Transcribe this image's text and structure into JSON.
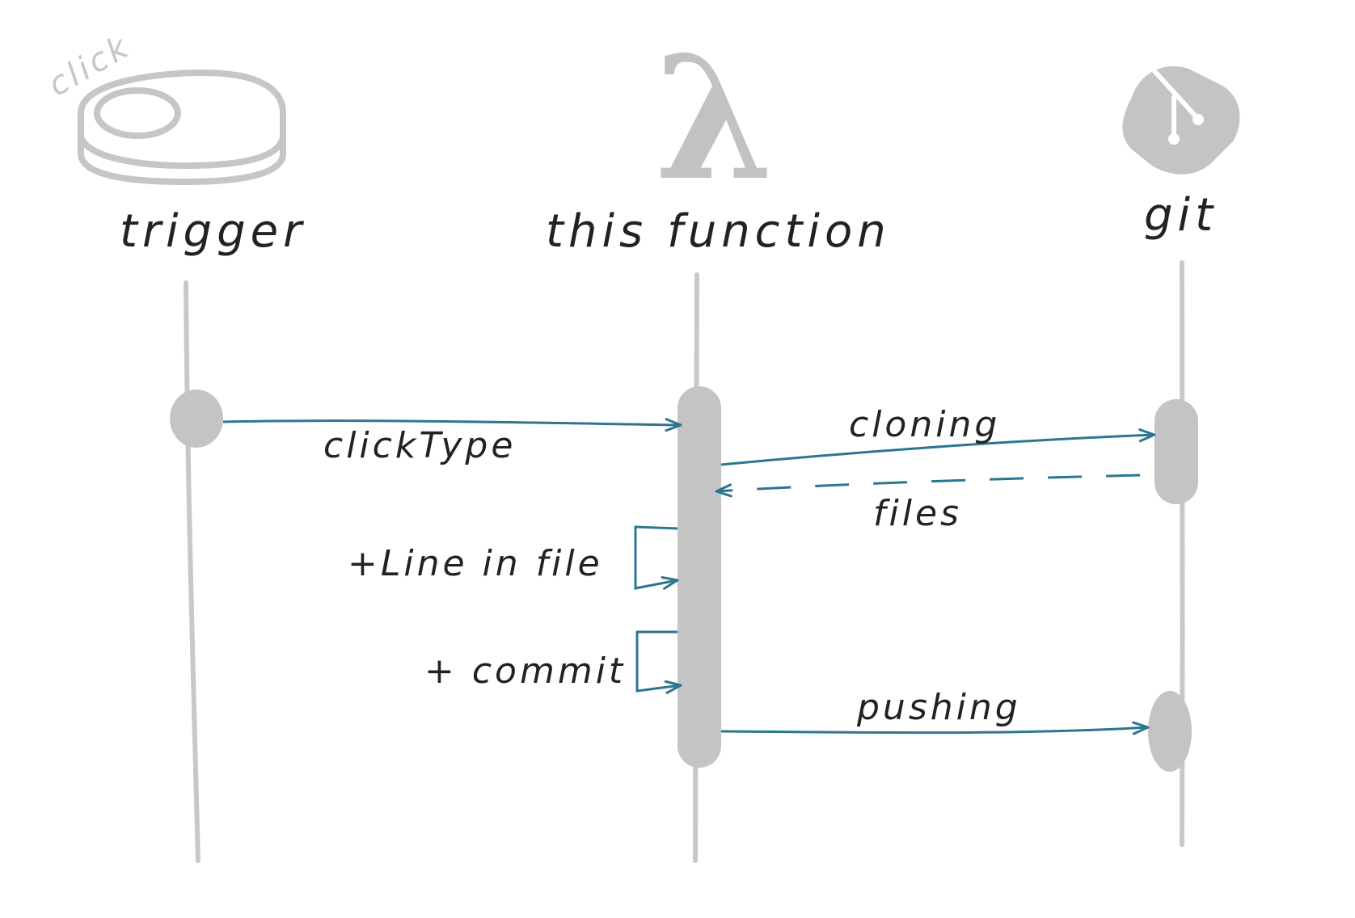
{
  "actors": {
    "trigger": {
      "label": "trigger",
      "icon": "button-icon",
      "icon_text": "click"
    },
    "function": {
      "label": "this function",
      "icon": "lambda-icon",
      "icon_glyph": "λ"
    },
    "git": {
      "label": "git",
      "icon": "git-icon"
    }
  },
  "messages": {
    "click_type": "clickType",
    "cloning": "cloning",
    "files": "files",
    "add_line": "+Line in file",
    "commit": "+ commit",
    "pushing": "pushing"
  },
  "colors": {
    "lifeline": "#c8c8c8",
    "activation": "#c4c4c4",
    "arrow": "#2c7690",
    "text": "#222222"
  }
}
